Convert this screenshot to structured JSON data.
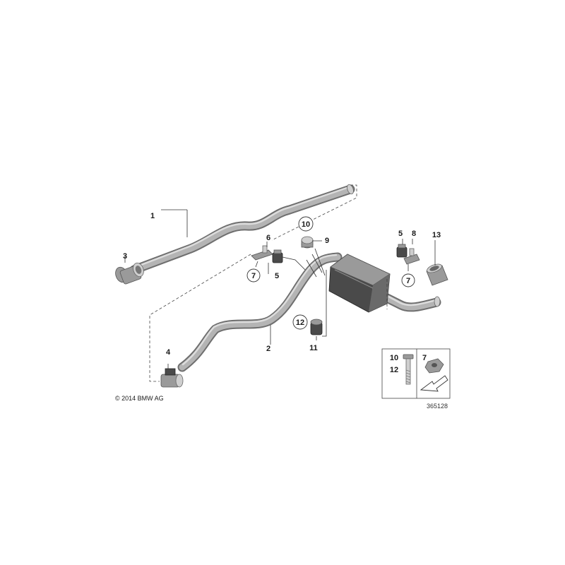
{
  "callouts": {
    "c1": "1",
    "c2": "2",
    "c3": "3",
    "c4": "4",
    "c5a": "5",
    "c5b": "5",
    "c6": "6",
    "c7a": "7",
    "c7b": "7",
    "c7c": "7",
    "c8": "8",
    "c9": "9",
    "c10a": "10",
    "c10b": "10",
    "c11": "11",
    "c12a": "12",
    "c12b": "12",
    "c13": "13"
  },
  "copyright": "© 2014 BMW AG",
  "doc_number": "365128"
}
